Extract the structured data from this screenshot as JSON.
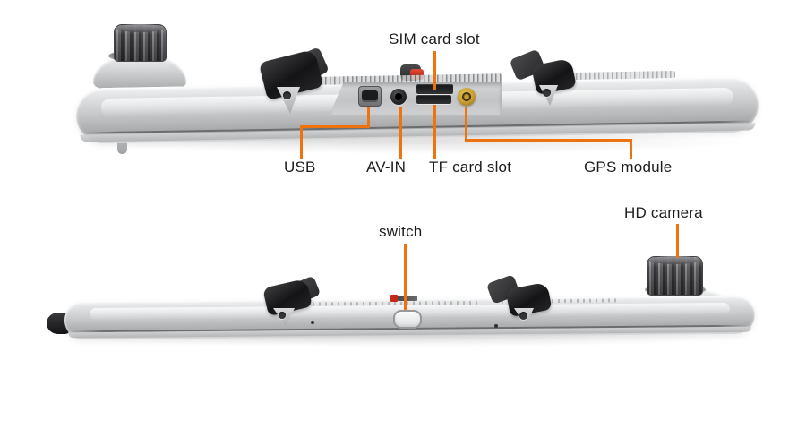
{
  "colors": {
    "background": "#ffffff",
    "callout_line": "#ee720d",
    "label_text": "#1d1d1f",
    "mirror_silver": "#c6c8ca",
    "clamp_black": "#1a1a1c",
    "gps_gold": "#c79b2e",
    "brand_tag_red": "#c6271d"
  },
  "annotations": {
    "top_view": {
      "sim": "SIM card slot",
      "usb": "USB",
      "avin": "AV-IN",
      "tf": "TF card slot",
      "gps": "GPS module"
    },
    "bottom_view": {
      "switch": "switch",
      "hd_camera": "HD camera"
    }
  },
  "parts": {
    "usb_port": "mini-usb-port",
    "avin_jack": "av-in-3.5mm-jack",
    "sim_slot": "sim-card-slot-opening",
    "tf_slot": "tf-card-slot-opening",
    "gps_port": "gps-antenna-connector",
    "switch_button": "power-switch-button",
    "front_camera": "front-camera-barrel",
    "hd_camera": "hd-camera-barrel",
    "clamps": "mirror-mount-clamps",
    "mirror_body": "rearview-mirror-body"
  }
}
